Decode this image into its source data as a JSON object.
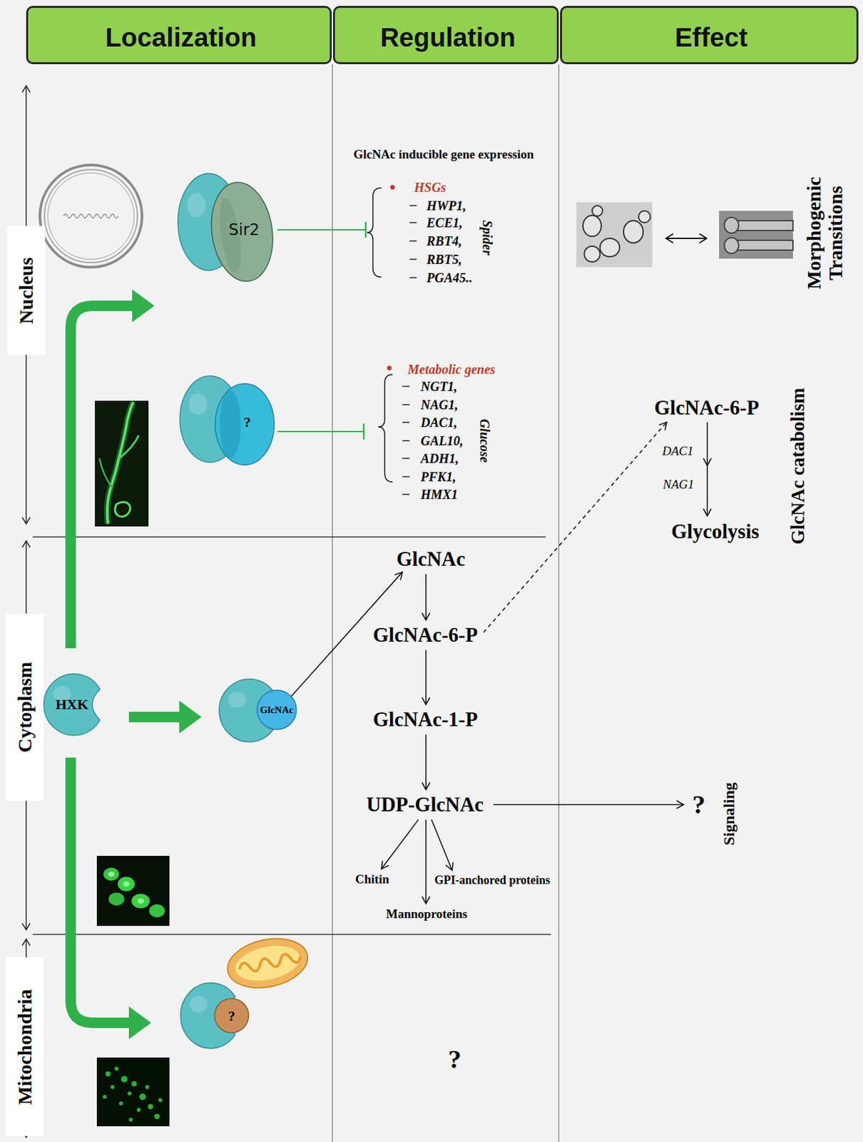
{
  "diagram": {
    "nodes": [
      {
        "text": [
          "Localization"
        ]
      },
      {
        "text": [
          "Regulation"
        ]
      },
      {
        "text": [
          "Effect"
        ]
      },
      {
        "text": [
          "Nucleus"
        ]
      },
      {
        "text": [
          "Cytoplasm"
        ]
      },
      {
        "text": [
          "Mitochondria"
        ]
      },
      {
        "text": [
          "HXK"
        ]
      },
      {
        "text": [
          "Sir2"
        ]
      },
      {
        "text": [
          "?"
        ]
      },
      {
        "text": [
          "GlcNAc"
        ]
      },
      {
        "text": [
          "?"
        ]
      },
      {
        "text": [
          "HSGs",
          "HWP1,",
          "ECE1,",
          "RBT4,",
          "RBT5,",
          "PGA45..",
          "Spider"
        ]
      },
      {
        "text": [
          "Metabolic genes",
          "NGT1,",
          "NAG1,",
          "DAC1,",
          "GAL10,",
          "ADH1,",
          "PFK1,",
          "HMX1",
          "Glucose"
        ]
      },
      {
        "text": [
          "GlcNAc"
        ]
      },
      {
        "text": [
          "GlcNAc-6-P"
        ]
      },
      {
        "text": [
          "GlcNAc-1-P"
        ]
      },
      {
        "text": [
          "UDP-GlcNAc"
        ]
      },
      {
        "text": [
          "Chitin"
        ]
      },
      {
        "text": [
          "GPI-anchored proteins"
        ]
      },
      {
        "text": [
          "Mannoproteins"
        ]
      },
      {
        "text": [
          "?"
        ]
      },
      {
        "text": [
          "GlcNAc-6-P"
        ]
      },
      {
        "text": [
          "Glycolysis"
        ]
      }
    ],
    "edges": [
      {
        "from": 6,
        "to": 7,
        "arrow": "to"
      },
      {
        "from": 6,
        "to": 9,
        "arrow": "to"
      },
      {
        "from": 6,
        "to": 10,
        "arrow": "to"
      },
      {
        "from": 7,
        "to": 11,
        "arrow": "to"
      },
      {
        "from": 8,
        "to": 12,
        "arrow": "to"
      },
      {
        "from": 9,
        "to": 13,
        "arrow": "to"
      },
      {
        "from": 13,
        "to": 14,
        "arrow": "to"
      },
      {
        "from": 14,
        "to": 15,
        "arrow": "to"
      },
      {
        "from": 15,
        "to": 16,
        "arrow": "to"
      },
      {
        "from": 16,
        "to": 17,
        "arrow": "to"
      },
      {
        "from": 16,
        "to": 18,
        "arrow": "to"
      },
      {
        "from": 16,
        "to": 19,
        "arrow": "to"
      },
      {
        "from": 16,
        "to": 20,
        "arrow": "to"
      },
      {
        "from": 14,
        "to": 21,
        "arrow": "to"
      },
      {
        "from": 21,
        "to": 22,
        "arrow": "to"
      }
    ],
    "labels": [
      "GlcNAc inducible gene expression",
      "Morphogenic Transitions",
      "GlcNAc catabolism",
      "DAC1",
      "NAG1",
      "Signaling",
      "?"
    ]
  }
}
